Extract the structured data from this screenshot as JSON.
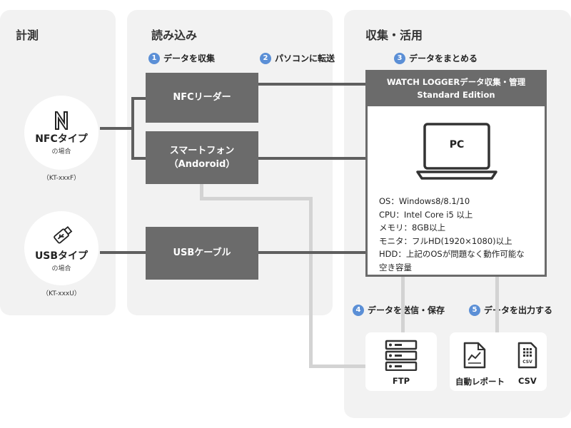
{
  "sections": {
    "measure": "計測",
    "read": "読み込み",
    "collect": "収集・活用"
  },
  "steps": [
    {
      "num": "1",
      "label": "データを収集"
    },
    {
      "num": "2",
      "label": "パソコンに転送"
    },
    {
      "num": "3",
      "label": "データをまとめる"
    },
    {
      "num": "4",
      "label": "データを送信・保存"
    },
    {
      "num": "5",
      "label": "データを出力する"
    }
  ],
  "devices": {
    "nfc": {
      "title": "NFCタイプ",
      "sub": "の場合",
      "model": "（KT-xxxF）"
    },
    "usb": {
      "title": "USBタイプ",
      "sub": "の場合",
      "model": "（KT-xxxU）"
    }
  },
  "readers": {
    "nfc_reader": "NFCリーダー",
    "smartphone_line1": "スマートフォン",
    "smartphone_line2": "（Andoroid）",
    "usb_cable": "USBケーブル"
  },
  "software": {
    "title_line1": "WATCH LOGGERデータ収集・管理",
    "title_line2": "Standard Edition",
    "pc_label": "PC",
    "specs": [
      "OS：Windows8/8.1/10",
      "CPU：Intel Core i5 以上",
      "メモリ：8GB以上",
      "モニタ：フルHD(1920×1080)以上",
      "HDD：上記のOSが問題なく動作可能な",
      "空き容量"
    ]
  },
  "outputs": {
    "ftp": "FTP",
    "report": "自動レポート",
    "csv": "CSV",
    "csv_icon_text": "CSV"
  },
  "icons": {
    "nfc": "nfc-n-icon",
    "usb": "usb-stick-icon",
    "pc": "laptop-icon",
    "ftp": "server-stack-icon",
    "report": "chart-document-icon",
    "csv": "csv-file-icon"
  },
  "colors": {
    "panel": "#f2f2f2",
    "box": "#6b6b6b",
    "step_badge": "#5b8fd6",
    "light_line": "#d3d3d3"
  }
}
